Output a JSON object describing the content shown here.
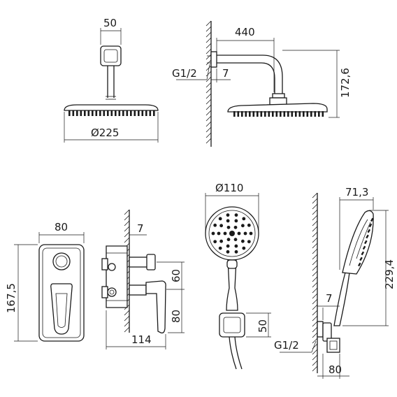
{
  "dimensions": {
    "head_bracket_width": "50",
    "head_diameter": "Ø225",
    "arm_length": "440",
    "arm_thread": "G1/2",
    "arm_wall_offset": "7",
    "arm_height": "172,6",
    "mixer_width": "80",
    "mixer_height": "167,5",
    "valve_wall_offset": "7",
    "valve_upper": "60",
    "valve_lower": "80",
    "valve_depth": "114",
    "hand_diameter": "Ø110",
    "hand_holder": "50",
    "hand_side_width": "71,3",
    "hand_side_height": "229,4",
    "holder_wall_offset": "7",
    "holder_thread": "G1/2",
    "holder_depth": "80"
  }
}
